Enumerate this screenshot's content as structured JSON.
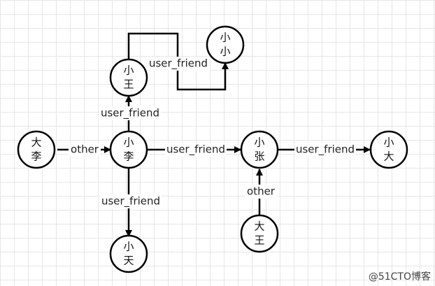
{
  "nodes": {
    "da_li": [
      "大",
      "李"
    ],
    "xiao_li": [
      "小",
      "李"
    ],
    "xiao_wang": [
      "小",
      "王"
    ],
    "xiao_xiao": [
      "小",
      "小"
    ],
    "xiao_zhang": [
      "小",
      "张"
    ],
    "xiao_da": [
      "小",
      "大"
    ],
    "xiao_tian": [
      "小",
      "天"
    ],
    "da_wang": [
      "大",
      "王"
    ]
  },
  "edges": {
    "daLi_to_xiaoLi": "other",
    "xiaoLi_to_xiaoWang": "user_friend",
    "xiaoWang_to_xiaoXiao": "user_friend",
    "xiaoLi_to_xiaoZhang": "user_friend",
    "xiaoZhang_to_xiaoDa": "user_friend",
    "xiaoLi_to_xiaoTian": "user_friend",
    "daWang_to_xiaoZhang": "other"
  },
  "watermark": "@51CTO博客"
}
